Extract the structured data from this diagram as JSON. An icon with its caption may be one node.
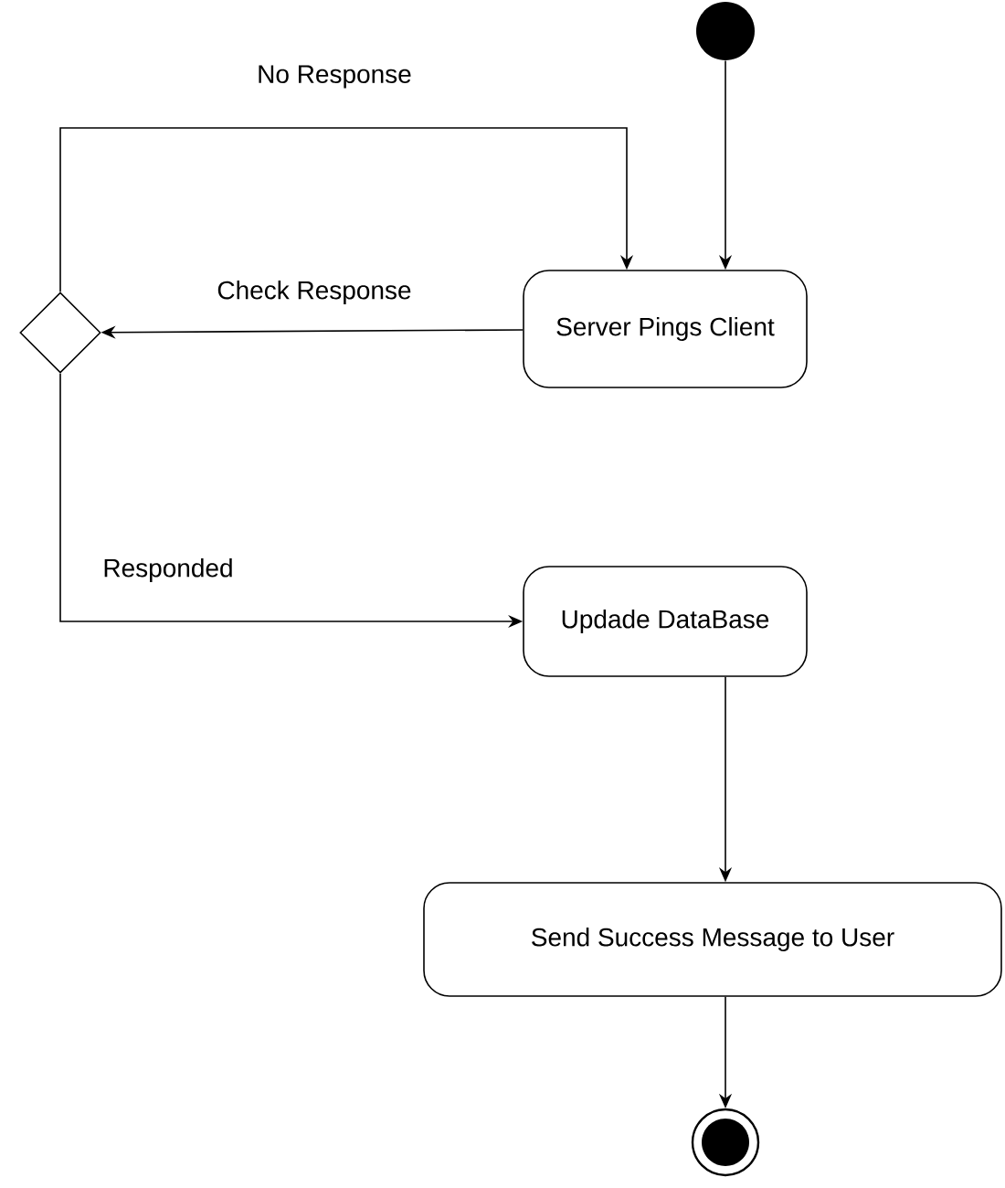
{
  "diagram": {
    "nodes": [
      {
        "text": [],
        "shape": "circle"
      },
      {
        "text": [
          "Server Pings Client"
        ]
      },
      {
        "text": [],
        "shape": "diamond"
      },
      {
        "text": [
          "Updade DataBase"
        ]
      },
      {
        "text": [
          "Send Success Message to User"
        ]
      },
      {
        "text": [],
        "shape": "circle"
      }
    ],
    "edges": [
      {
        "from": 0,
        "to": 1,
        "arrow": "to"
      },
      {
        "from": 1,
        "to": 2,
        "arrow": "to",
        "label": "Check Response"
      },
      {
        "from": 2,
        "to": 1,
        "arrow": "to",
        "label": "No Response"
      },
      {
        "from": 2,
        "to": 3,
        "arrow": "to",
        "label": "Responded"
      },
      {
        "from": 3,
        "to": 4,
        "arrow": "to"
      },
      {
        "from": 4,
        "to": 5,
        "arrow": "to"
      }
    ]
  }
}
